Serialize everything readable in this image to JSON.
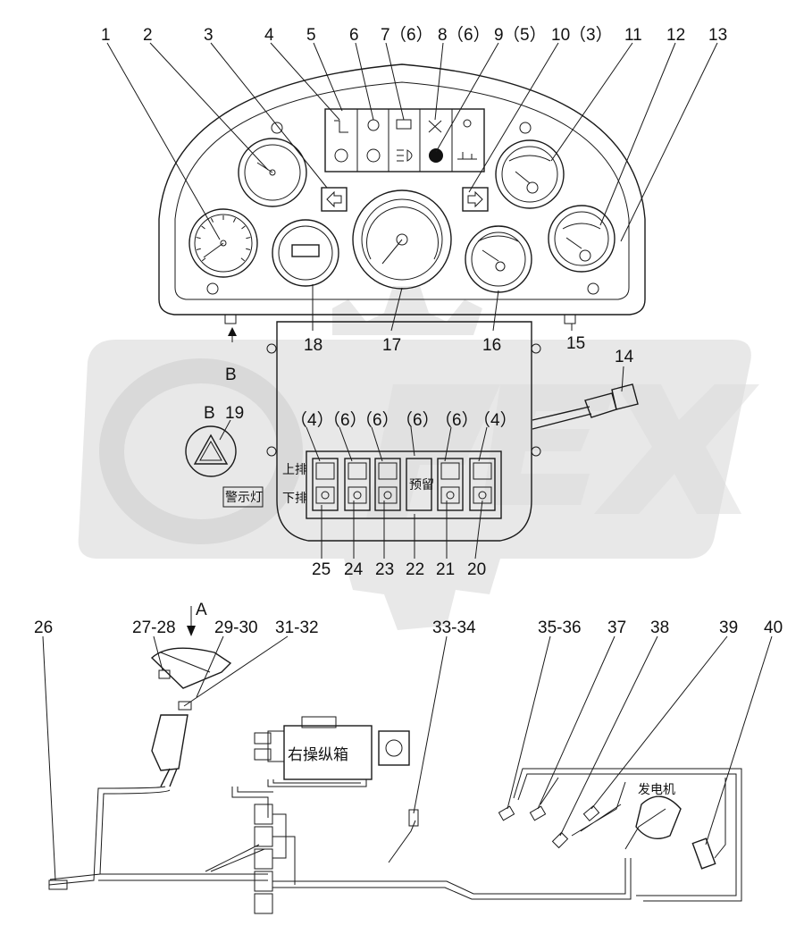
{
  "labels": {
    "n1": "1",
    "n2": "2",
    "n3": "3",
    "n4": "4",
    "n5": "5",
    "n6": "6",
    "n7": "7",
    "n7q": "（6）",
    "n8": "8",
    "n8q": "（6）",
    "n9": "9",
    "n9q": "（5）",
    "n10": "10",
    "n10q": "（3）",
    "n11": "11",
    "n12": "12",
    "n13": "13",
    "n14": "14",
    "n15": "15",
    "n16": "16",
    "n17": "17",
    "n18": "18",
    "n19": "19",
    "n20": "20",
    "n21": "21",
    "n22": "22",
    "n23": "23",
    "n24": "24",
    "n25": "25",
    "n26": "26",
    "n27": "27-28",
    "n29": "29-30",
    "n31": "31-32",
    "n33": "33-34",
    "n35": "35-36",
    "n37": "37",
    "n38": "38",
    "n39": "39",
    "n40": "40",
    "viewA": "A",
    "viewB1": "B",
    "viewB2": "B",
    "q1": "（4）",
    "q2": "（6）",
    "q3": "（6）",
    "q4": "（6）",
    "q5": "（6）",
    "q6": "（4）"
  },
  "text": {
    "upper_row": "上排",
    "lower_row": "下排",
    "reserved": "预留",
    "warning_light": "警示灯",
    "right_control_box": "右操纵箱",
    "generator": "发电机"
  }
}
